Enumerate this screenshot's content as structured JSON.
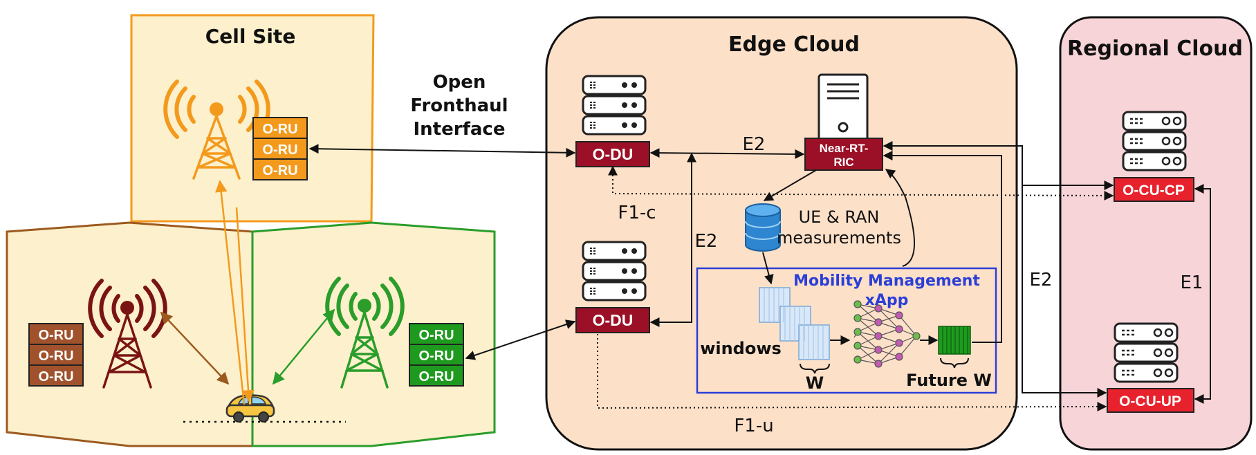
{
  "regions": {
    "cell_site": "Cell Site",
    "edge_cloud": "Edge Cloud",
    "regional_cloud": "Regional Cloud"
  },
  "fronthaul": {
    "line1": "Open",
    "line2": "Fronthaul",
    "line3": "Interface"
  },
  "ru_label": "O-RU",
  "odu_label": "O-DU",
  "ric": {
    "line1": "Near-RT-",
    "line2": "RIC"
  },
  "ocucp_label": "O-CU-CP",
  "ocuup_label": "O-CU-UP",
  "interfaces": {
    "e2": "E2",
    "e1": "E1",
    "f1c": "F1-c",
    "f1u": "F1-u"
  },
  "measurements": {
    "line1": "UE & RAN",
    "line2": "measurements"
  },
  "xapp": {
    "line1": "Mobility Management",
    "line2": "xApp"
  },
  "windows_label": "windows",
  "w_label": "W",
  "future_w_label": "Future W",
  "colors": {
    "cell_bg": "#fdf0cc",
    "cell_orange": "#f39a1d",
    "cell_brown": "#9c5a1f",
    "cell_green": "#2a9d2a",
    "tower_dark": "#7a1414",
    "edge_bg": "#fde0c8",
    "regional_bg": "#f7d4d8",
    "odu_red": "#9b1026",
    "ocu_red": "#e8222d",
    "xapp_blue": "#2b3fd6"
  }
}
